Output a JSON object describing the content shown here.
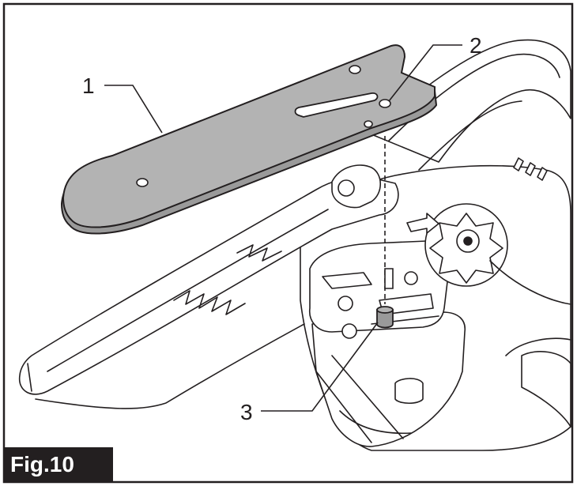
{
  "figure": {
    "label": "Fig.10",
    "callouts": [
      {
        "id": "1",
        "text": "1"
      },
      {
        "id": "2",
        "text": "2"
      },
      {
        "id": "3",
        "text": "3"
      }
    ],
    "colors": {
      "line": "#231f20",
      "bar_fill": "#b3b3b3",
      "background": "#ffffff"
    }
  }
}
